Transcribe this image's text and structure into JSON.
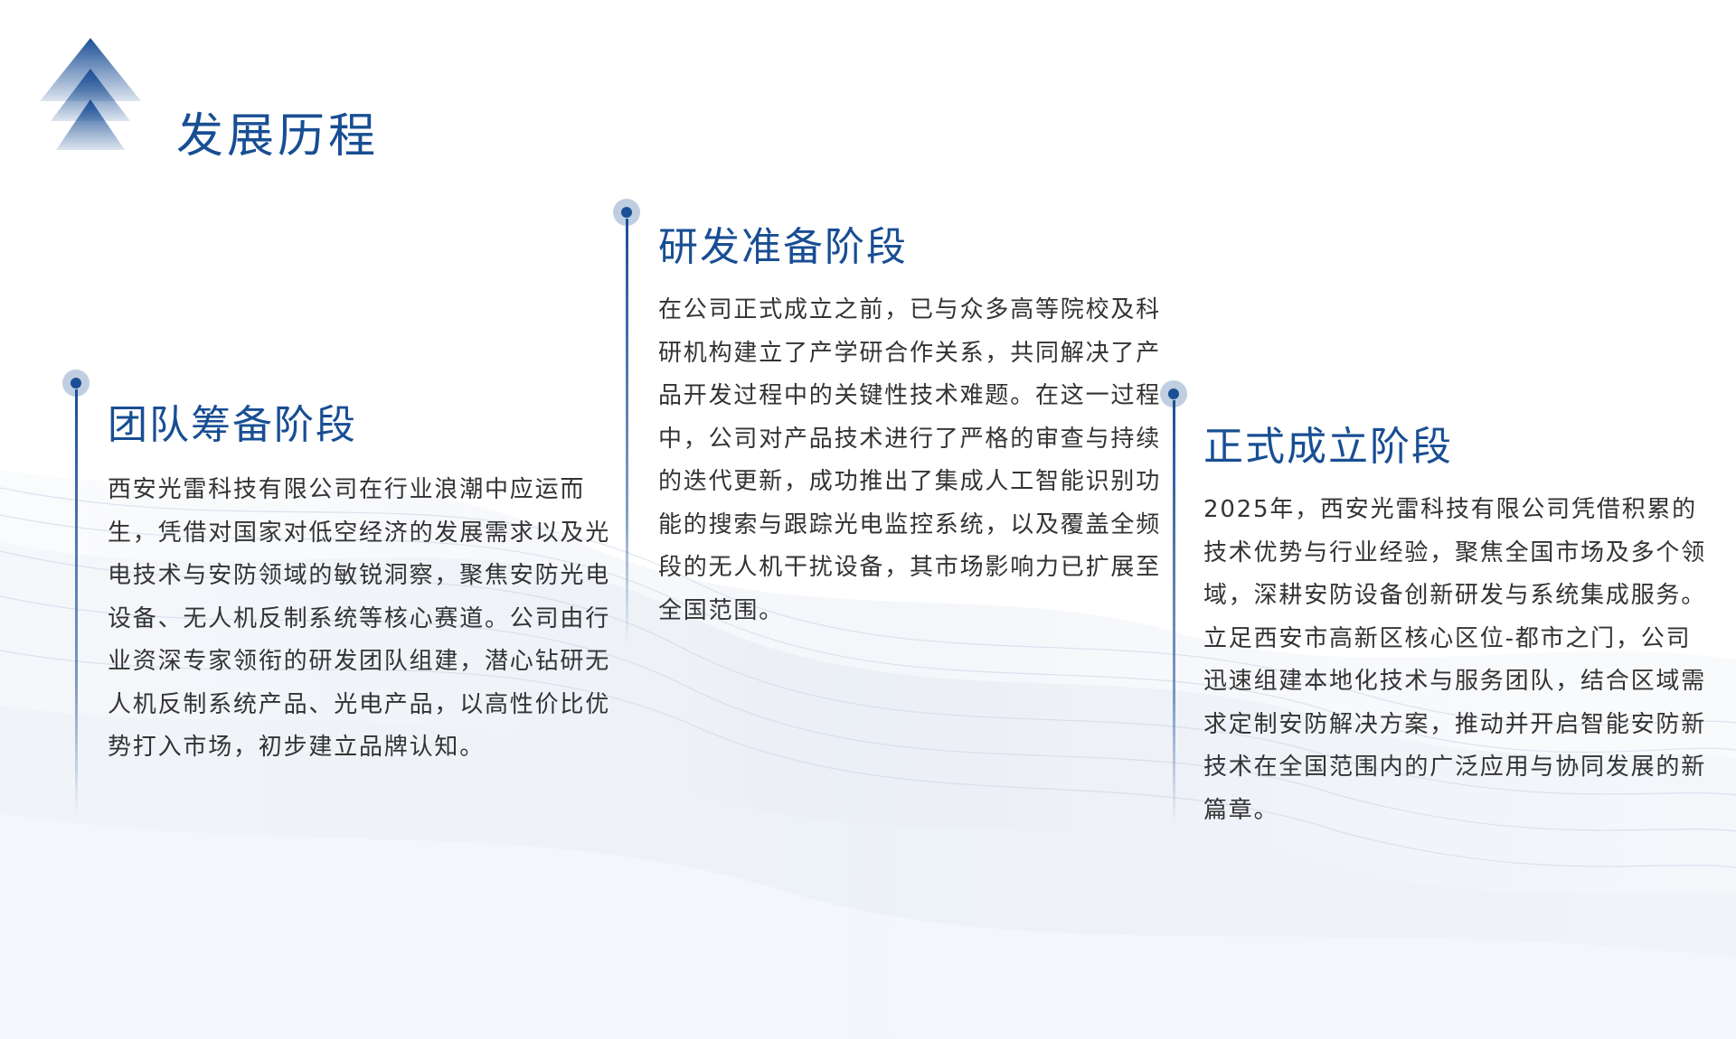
{
  "page": {
    "title": "发展历程"
  },
  "stages": [
    {
      "title": "团队筹备阶段",
      "text": "西安光雷科技有限公司在行业浪潮中应运而生，凭借对国家对低空经济的发展需求以及光电技术与安防领域的敏锐洞察，聚焦安防光电设备、无人机反制系统等核心赛道。公司由行业资深专家领衔的研发团队组建，潜心钻研无人机反制系统产品、光电产品，以高性价比优势打入市场，初步建立品牌认知。"
    },
    {
      "title": "研发准备阶段",
      "text": "在公司正式成立之前，已与众多高等院校及科研机构建立了产学研合作关系，共同解决了产品开发过程中的关键性技术难题。在这一过程中，公司对产品技术进行了严格的审查与持续的迭代更新，成功推出了集成人工智能识别功能的搜索与跟踪光电监控系统，以及覆盖全频段的无人机干扰设备，其市场影响力已扩展至全国范围。"
    },
    {
      "title": "正式成立阶段",
      "text": "2025年，西安光雷科技有限公司凭借积累的技术优势与行业经验，聚焦全国市场及多个领域，深耕安防设备创新研发与系统集成服务。立足西安市高新区核心区位-都市之门，公司迅速组建本地化技术与服务团队，结合区域需求定制安防解决方案，推动并开启智能安防新技术在全国范围内的广泛应用与协同发展的新篇章。"
    }
  ],
  "colors": {
    "accent": "#184e93",
    "text": "#333333"
  }
}
